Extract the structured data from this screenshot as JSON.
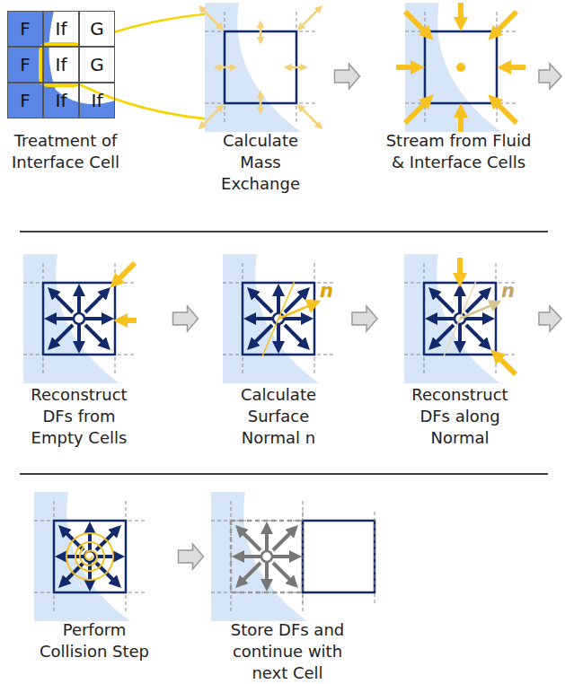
{
  "diagram": {
    "nodes": [
      {
        "text": [
          "Treatment of Interface Cell"
        ]
      },
      {
        "text": [
          "F"
        ],
        "in": 0
      },
      {
        "text": [
          "If"
        ],
        "in": 0
      },
      {
        "text": [
          "G"
        ],
        "in": 0
      },
      {
        "text": [
          "F"
        ],
        "in": 0
      },
      {
        "text": [
          "If"
        ],
        "in": 0
      },
      {
        "text": [
          "G"
        ],
        "in": 0
      },
      {
        "text": [
          "F"
        ],
        "in": 0
      },
      {
        "text": [
          "If"
        ],
        "in": 0
      },
      {
        "text": [
          "If"
        ],
        "in": 0
      },
      {
        "text": [
          "Calculate Mass Exchange"
        ]
      },
      {
        "text": [
          "Stream from Fluid & Interface Cells"
        ]
      },
      {
        "text": [
          "Reconstruct DFs from Empty Cells"
        ]
      },
      {
        "text": [
          "Calculate Surface Normal n"
        ]
      },
      {
        "text": [
          "Reconstruct DFs along Normal"
        ]
      },
      {
        "text": [
          "Perform Collision Step"
        ]
      },
      {
        "text": [
          "Store DFs and continue with next Cell"
        ]
      }
    ],
    "edges": [
      {
        "from": 10,
        "to": 11,
        "arrow": "to"
      },
      {
        "from": 12,
        "to": 13,
        "arrow": "to"
      },
      {
        "from": 13,
        "to": 14,
        "arrow": "to"
      },
      {
        "from": 15,
        "to": 16,
        "arrow": "to"
      }
    ],
    "labels": [
      "n",
      "n"
    ]
  }
}
